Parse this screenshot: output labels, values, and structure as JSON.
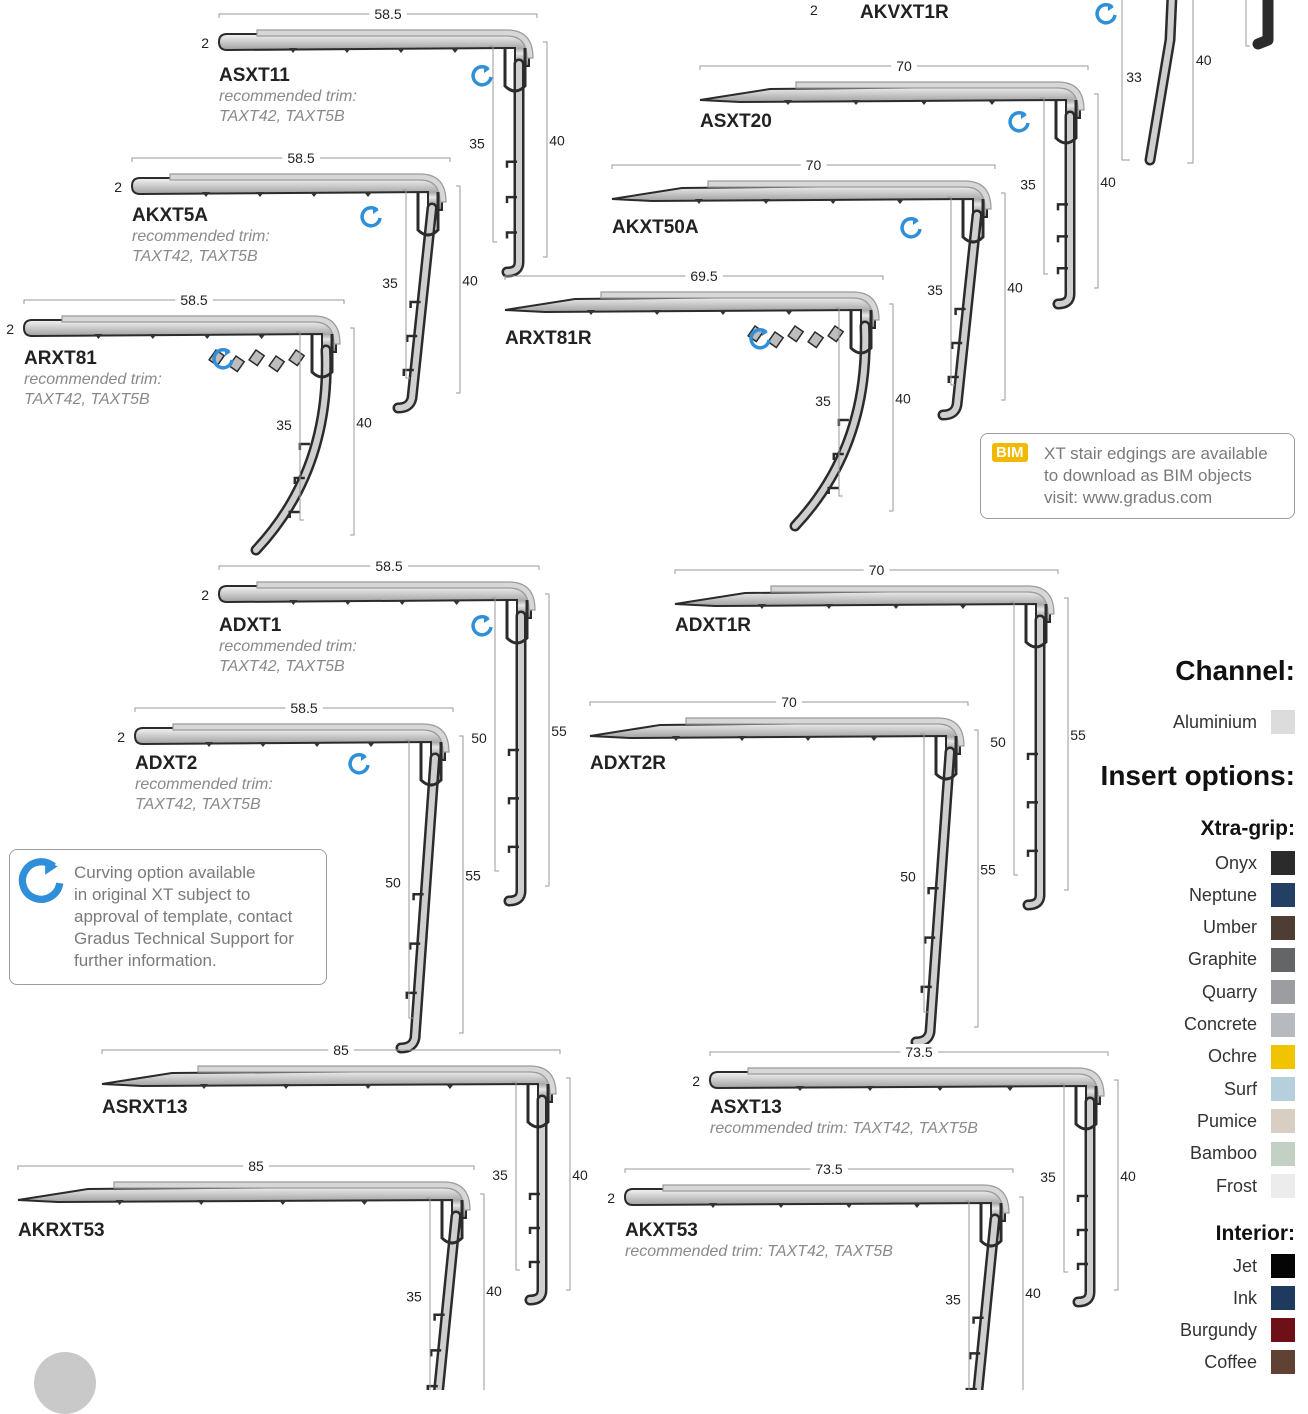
{
  "profiles": [
    {
      "id": "asxt11",
      "name": "ASXT11",
      "trim": [
        "recommended trim:",
        "TAXT42, TAXT5B"
      ],
      "width": "58.5",
      "nose": "2",
      "depth_a": "35",
      "depth_b": "40",
      "curving": true
    },
    {
      "id": "akvxt1r",
      "name": "AKVXT1R",
      "nose": "2",
      "depth_a": "33",
      "depth_b": "40",
      "curving": true
    },
    {
      "id": "asxt20",
      "name": "ASXT20",
      "width": "70",
      "depth_a": "35",
      "depth_b": "40",
      "curving": true
    },
    {
      "id": "akxt5a",
      "name": "AKXT5A",
      "trim": [
        "recommended trim:",
        "TAXT42, TAXT5B"
      ],
      "width": "58.5",
      "nose": "2",
      "depth_a": "35",
      "depth_b": "40",
      "curving": true
    },
    {
      "id": "akxt50a",
      "name": "AKXT50A",
      "width": "70",
      "depth_a": "35",
      "depth_b": "40",
      "curving": true
    },
    {
      "id": "arxt81",
      "name": "ARXT81",
      "trim": [
        "recommended trim:",
        "TAXT42, TAXT5B"
      ],
      "width": "58.5",
      "nose": "2",
      "depth_a": "35",
      "depth_b": "40",
      "curving": true
    },
    {
      "id": "arxt81r",
      "name": "ARXT81R",
      "width": "69.5",
      "depth_a": "35",
      "depth_b": "40",
      "curving": true
    },
    {
      "id": "adxt1",
      "name": "ADXT1",
      "trim": [
        "recommended trim:",
        "TAXT42, TAXT5B"
      ],
      "width": "58.5",
      "nose": "2",
      "depth_a": "50",
      "depth_b": "55",
      "curving": true
    },
    {
      "id": "adxt1r",
      "name": "ADXT1R",
      "width": "70",
      "depth_a": "50",
      "depth_b": "55"
    },
    {
      "id": "adxt2",
      "name": "ADXT2",
      "trim": [
        "recommended trim:",
        "TAXT42, TAXT5B"
      ],
      "width": "58.5",
      "nose": "2",
      "depth_a": "50",
      "depth_b": "55",
      "curving": true
    },
    {
      "id": "adxt2r",
      "name": "ADXT2R",
      "width": "70",
      "depth_a": "50",
      "depth_b": "55"
    },
    {
      "id": "asrxt13",
      "name": "ASRXT13",
      "width": "85",
      "depth_a": "35",
      "depth_b": "40"
    },
    {
      "id": "asxt13",
      "name": "ASXT13",
      "trim": [
        "recommended trim: TAXT42, TAXT5B"
      ],
      "width": "73.5",
      "nose": "2",
      "depth_a": "35",
      "depth_b": "40"
    },
    {
      "id": "akrxt53",
      "name": "AKRXT53",
      "width": "85",
      "depth_a": "35",
      "depth_b": "40"
    },
    {
      "id": "akxt53",
      "name": "AKXT53",
      "trim": [
        "recommended trim: TAXT42, TAXT5B"
      ],
      "width": "73.5",
      "nose": "2",
      "depth_a": "35",
      "depth_b": "40"
    }
  ],
  "bim_note": {
    "badge": "BIM",
    "lines": [
      "XT stair edgings are available",
      "to download as BIM objects",
      "visit: www.gradus.com"
    ]
  },
  "curving_note": {
    "lines": [
      "Curving option available",
      "in original XT subject to",
      "approval of template, contact",
      "Gradus Technical Support for",
      "further information."
    ]
  },
  "channel": {
    "heading": "Channel:",
    "items": [
      {
        "label": "Aluminium",
        "color": "#dcdcdc"
      }
    ]
  },
  "insert_options": {
    "heading": "Insert options:",
    "xtra_grip": {
      "heading": "Xtra-grip:",
      "items": [
        {
          "label": "Onyx",
          "color": "#2b2b2b"
        },
        {
          "label": "Neptune",
          "color": "#233f63"
        },
        {
          "label": "Umber",
          "color": "#4e3d33"
        },
        {
          "label": "Graphite",
          "color": "#636566"
        },
        {
          "label": "Quarry",
          "color": "#9b9da0"
        },
        {
          "label": "Concrete",
          "color": "#b6b9bd"
        },
        {
          "label": "Ochre",
          "color": "#f0c400"
        },
        {
          "label": "Surf",
          "color": "#b6cfdd"
        },
        {
          "label": "Pumice",
          "color": "#d8cfc2"
        },
        {
          "label": "Bamboo",
          "color": "#c2d1c4"
        },
        {
          "label": "Frost",
          "color": "#ececec"
        }
      ]
    },
    "interior": {
      "heading": "Interior:",
      "items": [
        {
          "label": "Jet",
          "color": "#050505"
        },
        {
          "label": "Ink",
          "color": "#1f3a5f"
        },
        {
          "label": "Burgundy",
          "color": "#6e1018"
        },
        {
          "label": "Coffee",
          "color": "#5f4234"
        }
      ]
    }
  }
}
